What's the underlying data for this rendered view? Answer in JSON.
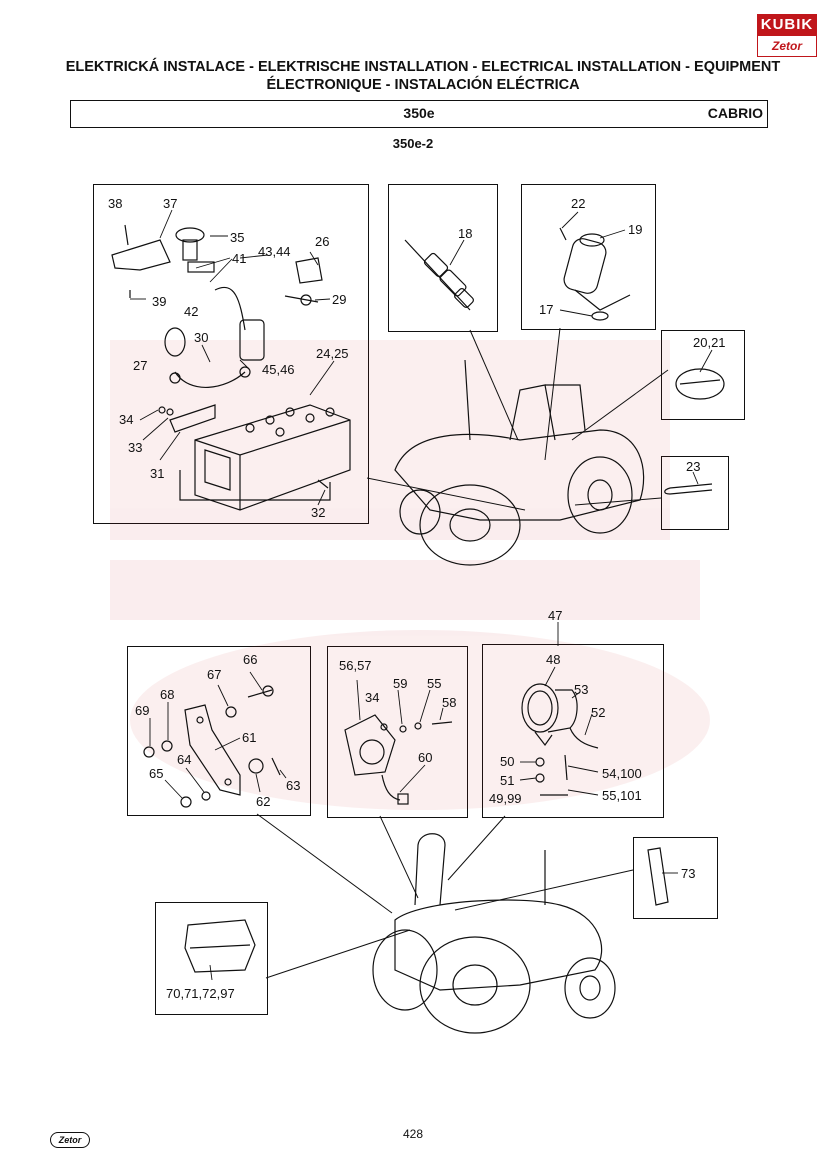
{
  "header": {
    "title_line1": "ELEKTRICKÁ INSTALACE - ELEKTRISCHE INSTALLATION - ELECTRICAL INSTALLATION - EQUIPMENT",
    "title_line2": "ÉLECTRONIQUE - INSTALACIÓN ELÉCTRICA",
    "model_code": "350e",
    "variant": "CABRIO",
    "subcode": "350e-2"
  },
  "logo": {
    "top_text": "KUBIK",
    "bottom_text": "Zetor"
  },
  "footer": {
    "page_number": "428",
    "brand": "Zetor"
  },
  "callouts": {
    "battery_panel": [
      "38",
      "37",
      "35",
      "41",
      "43,44",
      "26",
      "39",
      "42",
      "29",
      "30",
      "27",
      "45,46",
      "24,25",
      "34",
      "33",
      "31",
      "32"
    ],
    "sensor_18": [
      "18"
    ],
    "horn_panel": [
      "22",
      "19",
      "17"
    ],
    "lamp_small": [
      "20,21"
    ],
    "belt": [
      "23"
    ],
    "bracket_panel": [
      "67",
      "66",
      "68",
      "69",
      "61",
      "64",
      "65",
      "63",
      "62"
    ],
    "socket_panel": [
      "56,57",
      "59",
      "55",
      "34",
      "58",
      "60"
    ],
    "worklamp_panel": [
      "47",
      "48",
      "53",
      "52",
      "50",
      "54,100",
      "51",
      "49,99",
      "55,101"
    ],
    "reflector": [
      "73"
    ],
    "tail_lamp": [
      "70,71,72,97"
    ]
  }
}
